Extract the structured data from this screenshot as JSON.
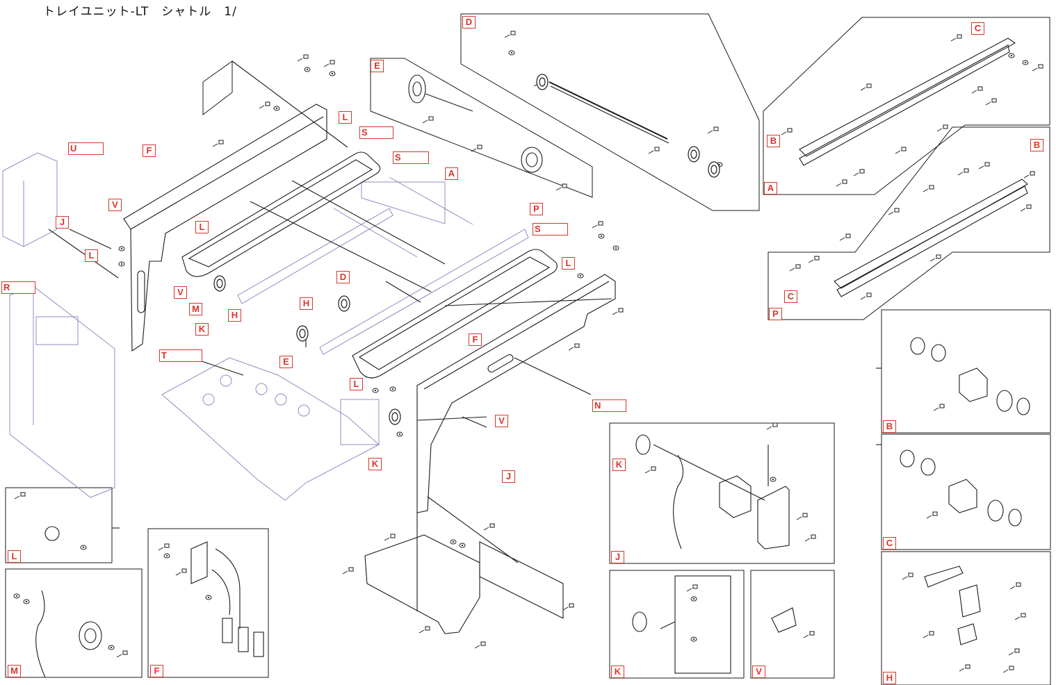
{
  "title": "トレイユニット-LT　シャトル　1/",
  "colors": {
    "label": "#d9352b",
    "line": "#1a1a1a",
    "ghost": "#8c8cc4"
  },
  "labels": {
    "A": "A",
    "B": "B",
    "C": "C",
    "D": "D",
    "E": "E",
    "F": "F",
    "H": "H",
    "J": "J",
    "K": "K",
    "L": "L",
    "M": "M",
    "N": "N",
    "P": "P",
    "R": "R",
    "S": "S",
    "T": "T",
    "U": "U",
    "V": "V"
  }
}
